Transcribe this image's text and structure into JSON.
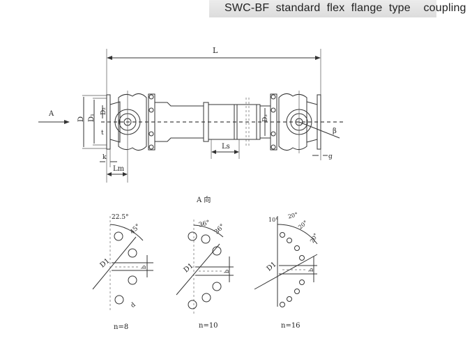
{
  "header": {
    "title": "SWC-BF  standard  flex  flange  type    coupling"
  },
  "main_view": {
    "labels": {
      "L": "L",
      "A": "A",
      "D": "D",
      "D1": "D₁",
      "D2": "D₂",
      "t": "t",
      "k": "k",
      "Lm": "Lm",
      "Ls": "Ls",
      "D3": "D₃",
      "beta": "β",
      "g": "g"
    }
  },
  "end_view": {
    "title": "A 向",
    "views": [
      {
        "n_label": "n=8",
        "d1_label": "D1",
        "angles": [
          "22.5°",
          "45°"
        ],
        "b_label": "b",
        "d_label": "d"
      },
      {
        "n_label": "n=10",
        "d1_label": "D1",
        "angles": [
          "36°",
          "36°"
        ],
        "b_label": "b"
      },
      {
        "n_label": "n=16",
        "d1_label": "D1",
        "angles": [
          "10°",
          "20°",
          "20°",
          "20°"
        ],
        "b_label": "b"
      }
    ]
  }
}
